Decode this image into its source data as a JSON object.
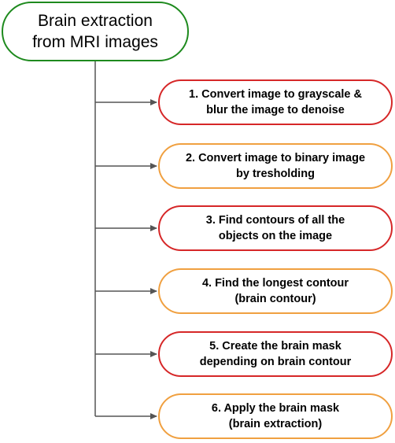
{
  "root": {
    "label": "Brain extraction\nfrom MRI images",
    "border_color": "#1e8a1e"
  },
  "steps": [
    {
      "label": "1. Convert image to grayscale &\nblur the image to denoise",
      "border_color": "#d62728"
    },
    {
      "label": "2. Convert image to binary image\nby tresholding",
      "border_color": "#f0a040"
    },
    {
      "label": "3. Find contours of all the\nobjects on the image",
      "border_color": "#d62728"
    },
    {
      "label": "4. Find the longest contour\n(brain contour)",
      "border_color": "#f0a040"
    },
    {
      "label": "5. Create the brain mask\ndepending on brain contour",
      "border_color": "#d62728"
    },
    {
      "label": "6. Apply the brain mask\n(brain extraction)",
      "border_color": "#f0a040"
    }
  ],
  "connector_color": "#555555"
}
